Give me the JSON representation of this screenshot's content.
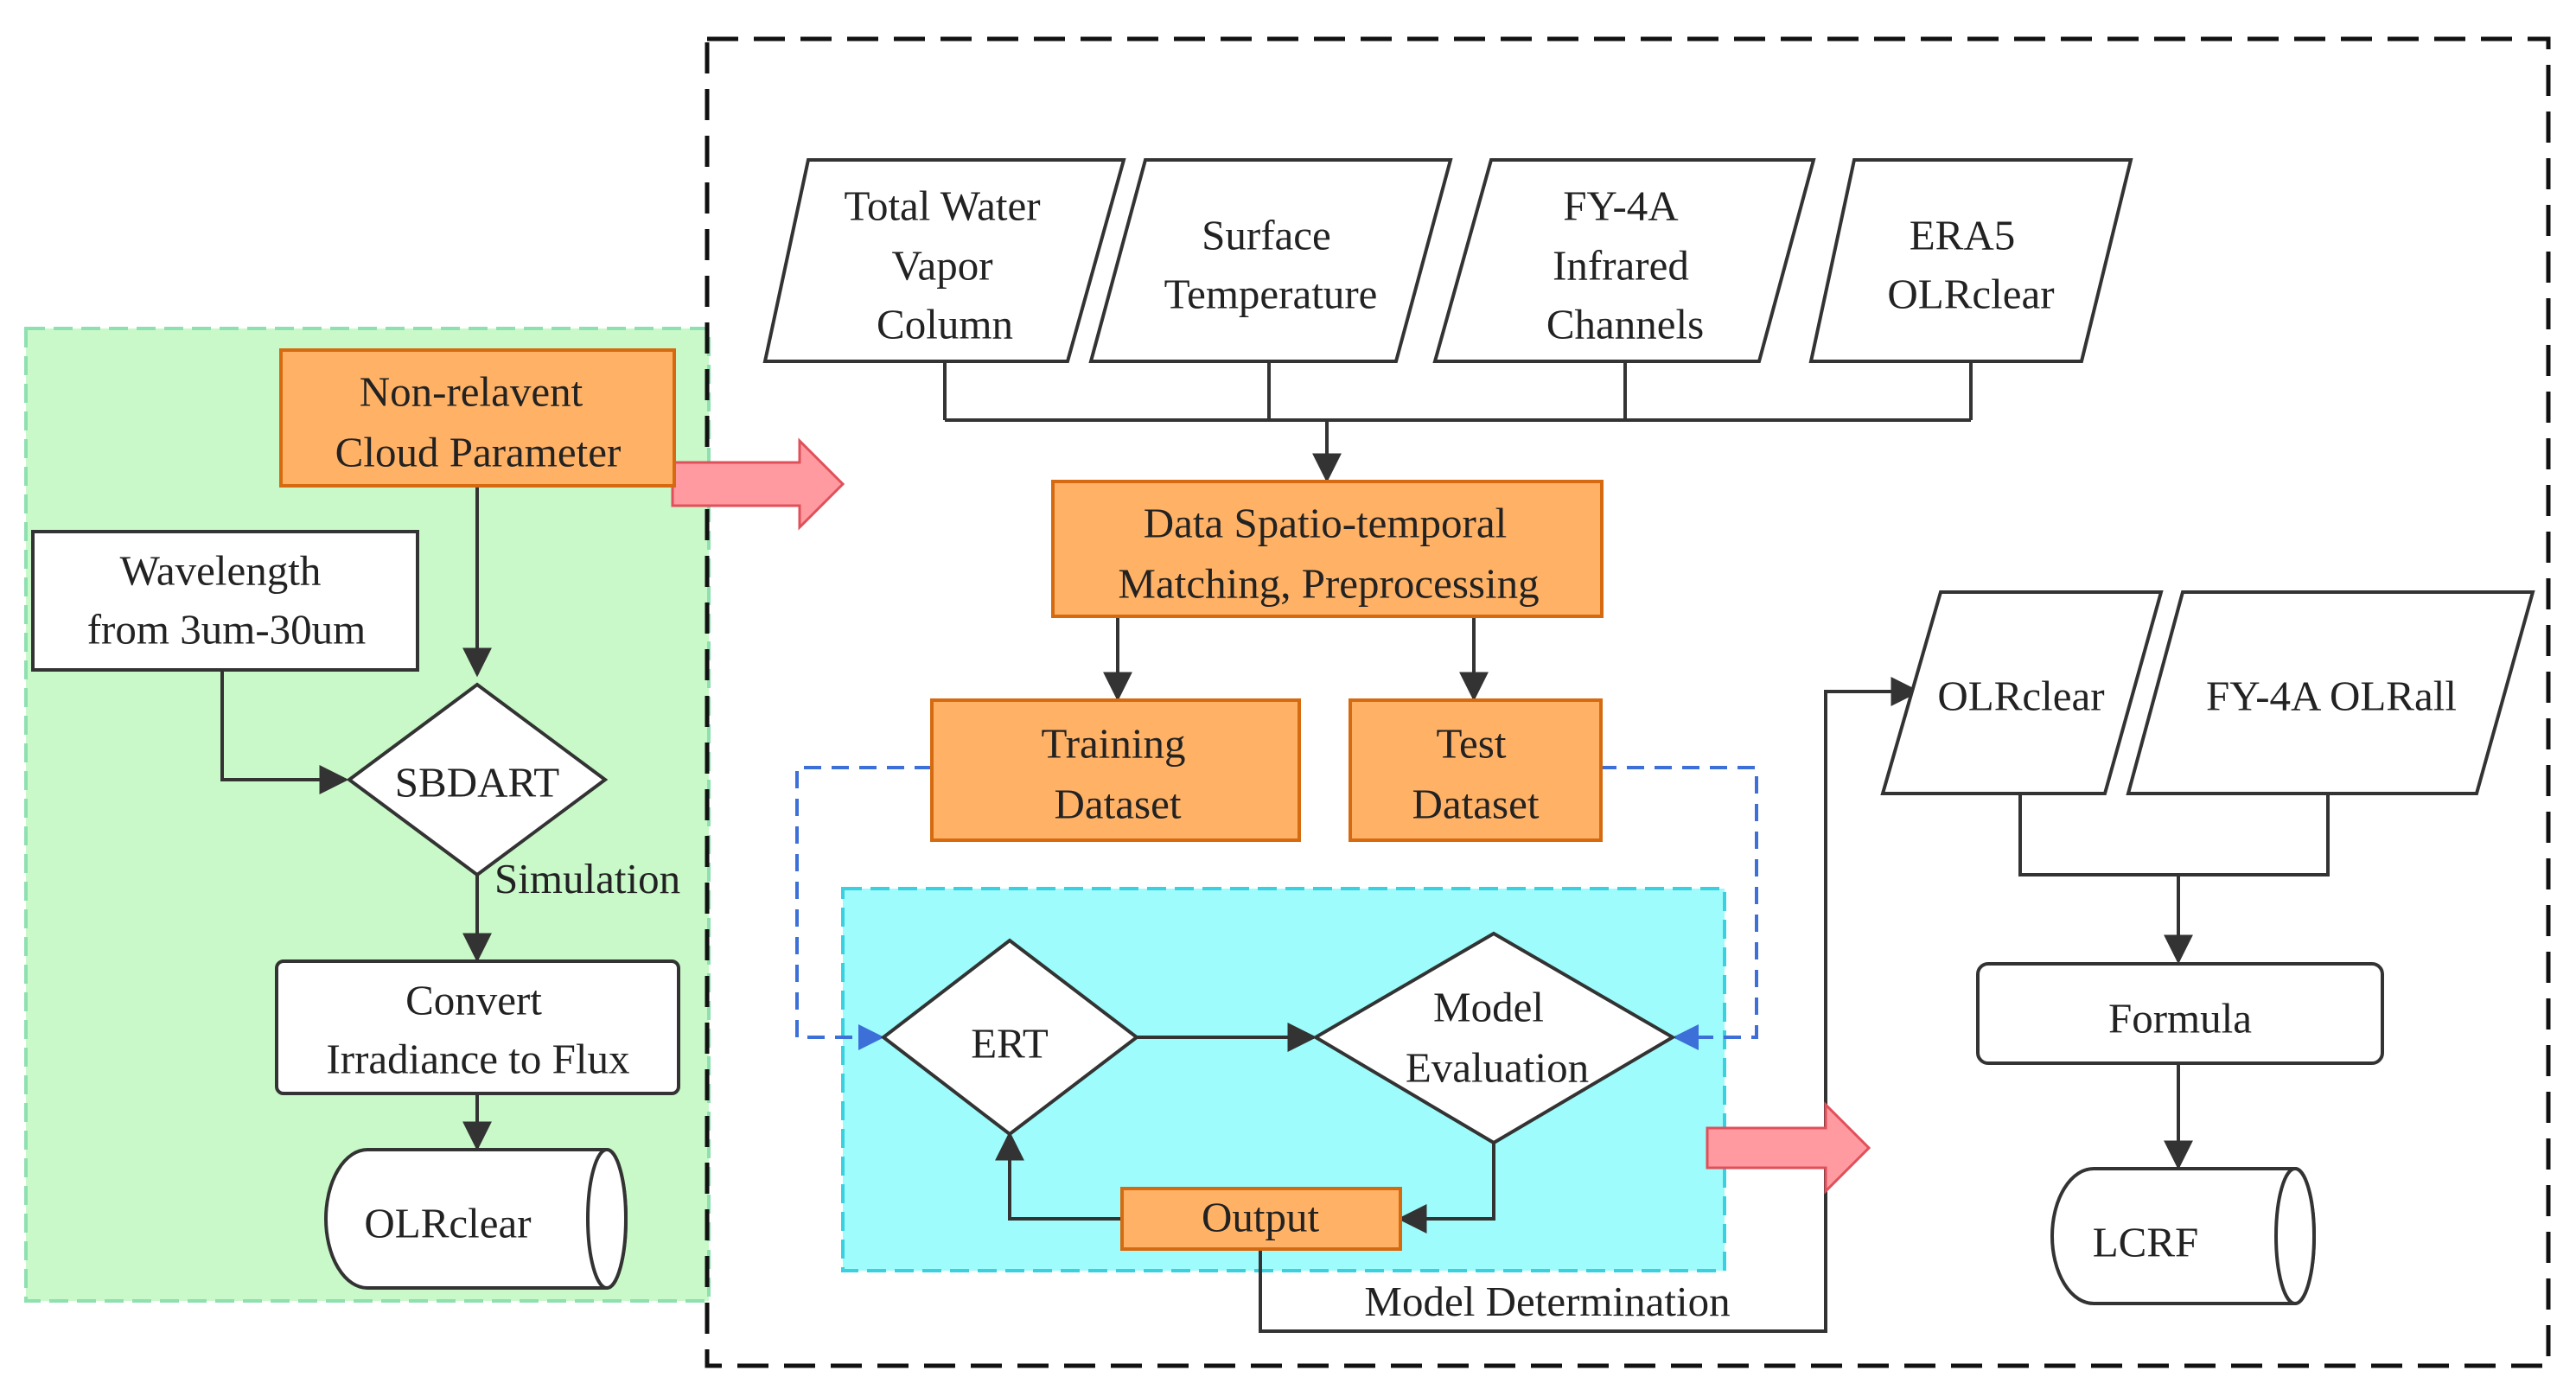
{
  "colors": {
    "green_region": "#c9f9c9",
    "green_border": "#8fe0b0",
    "cyan_region": "#9efcfc",
    "cyan_border": "#3ad0e0",
    "orange_fill": "#ffb266",
    "orange_border": "#d66a10",
    "white_fill": "#ffffff",
    "line": "#333333",
    "blue_dash": "#3d6fd8",
    "pink_arrow": "#ff9aa0",
    "pink_arrow_border": "#e0505a"
  },
  "inputs": {
    "total_water_vapor": [
      "Total Water",
      "Vapor",
      "Column"
    ],
    "surface_temperature": [
      "Surface",
      "Temperature"
    ],
    "fy4a_infrared": [
      "FY-4A",
      "Infrared",
      "Channels"
    ],
    "era5_olrclear": [
      "ERA5",
      "OLRclear"
    ]
  },
  "left_panel": {
    "non_relevant_cloud": [
      "Non-relavent",
      "Cloud Parameter"
    ],
    "wavelength": [
      "Wavelength",
      "from 3um-30um"
    ],
    "sbdart": "SBDART",
    "simulation_label": "Simulation",
    "convert": [
      "Convert",
      "Irradiance to Flux"
    ],
    "olrclear_output": "OLRclear"
  },
  "center": {
    "preprocessing": [
      "Data Spatio-temporal",
      "Matching, Preprocessing"
    ],
    "training": [
      "Training",
      "Dataset"
    ],
    "test": [
      "Test",
      "Dataset"
    ],
    "ert": "ERT",
    "model_evaluation": [
      "Model",
      "Evaluation"
    ],
    "output": "Output",
    "model_determination": "Model Determination"
  },
  "right_panel": {
    "olrclear_input": "OLRclear",
    "fy4a_olrall": "FY-4A OLRall",
    "formula": "Formula",
    "lcrf": "LCRF"
  }
}
